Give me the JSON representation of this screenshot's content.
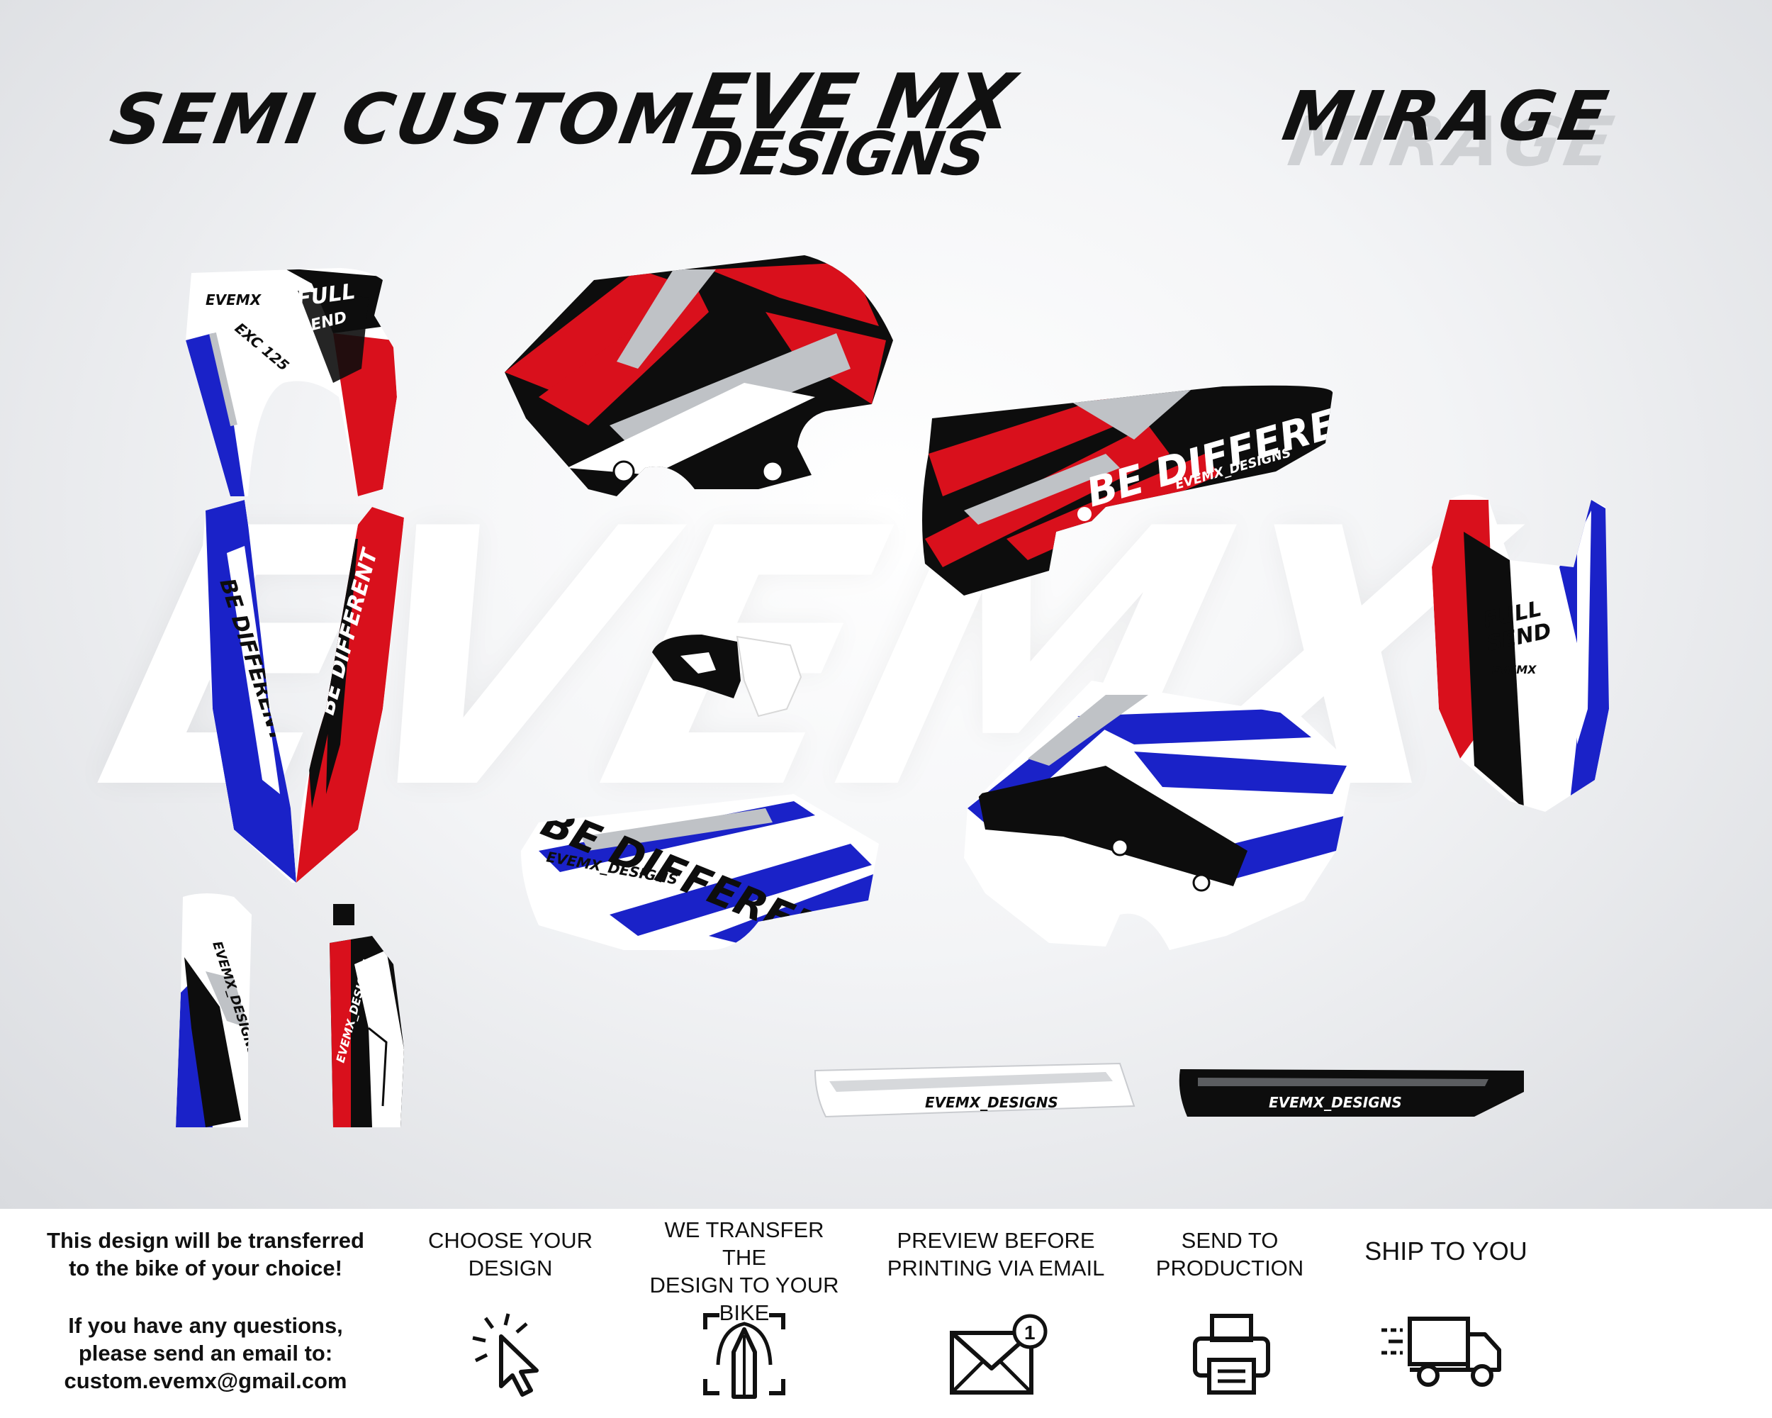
{
  "header": {
    "left_title": "SEMI CUSTOM",
    "brand_line1": "EVE MX",
    "brand_line2": "DESIGNS",
    "right_title": "MIRAGE"
  },
  "watermark": "EVEMX",
  "kit_text": {
    "evemx": "EVEMX",
    "full": "FULL",
    "send": "SEND",
    "exc": "EXC 125",
    "be_different": "BE DIFFERENT",
    "evemx_designs": "EVEMX_DESIGNS",
    "evemx_designs_lower": "EVEMX_DESIGNS"
  },
  "colors": {
    "red": "#d9101c",
    "blue": "#1a22c8",
    "black": "#0d0d0d",
    "white": "#ffffff",
    "silver": "#bfc2c6"
  },
  "info": {
    "note_line1": "This design will be transferred",
    "note_line2": "to the bike of your choice!",
    "note_line3": "If you have any questions,",
    "note_line4": "please send an email to:",
    "note_email": "custom.evemx@gmail.com",
    "steps": [
      {
        "line1": "CHOOSE YOUR",
        "line2": "DESIGN",
        "line3": "",
        "icon": "cursor-click-icon"
      },
      {
        "line1": "WE TRANSFER THE",
        "line2": "DESIGN TO YOUR",
        "line3": "BIKE",
        "icon": "pen-tool-icon"
      },
      {
        "line1": "PREVIEW BEFORE",
        "line2": "PRINTING VIA EMAIL",
        "line3": "",
        "icon": "envelope-icon",
        "badge": "1"
      },
      {
        "line1": "SEND TO",
        "line2": "PRODUCTION",
        "line3": "",
        "icon": "printer-icon"
      },
      {
        "line1": "SHIP TO YOU",
        "line2": "",
        "line3": "",
        "icon": "delivery-truck-icon"
      }
    ]
  }
}
